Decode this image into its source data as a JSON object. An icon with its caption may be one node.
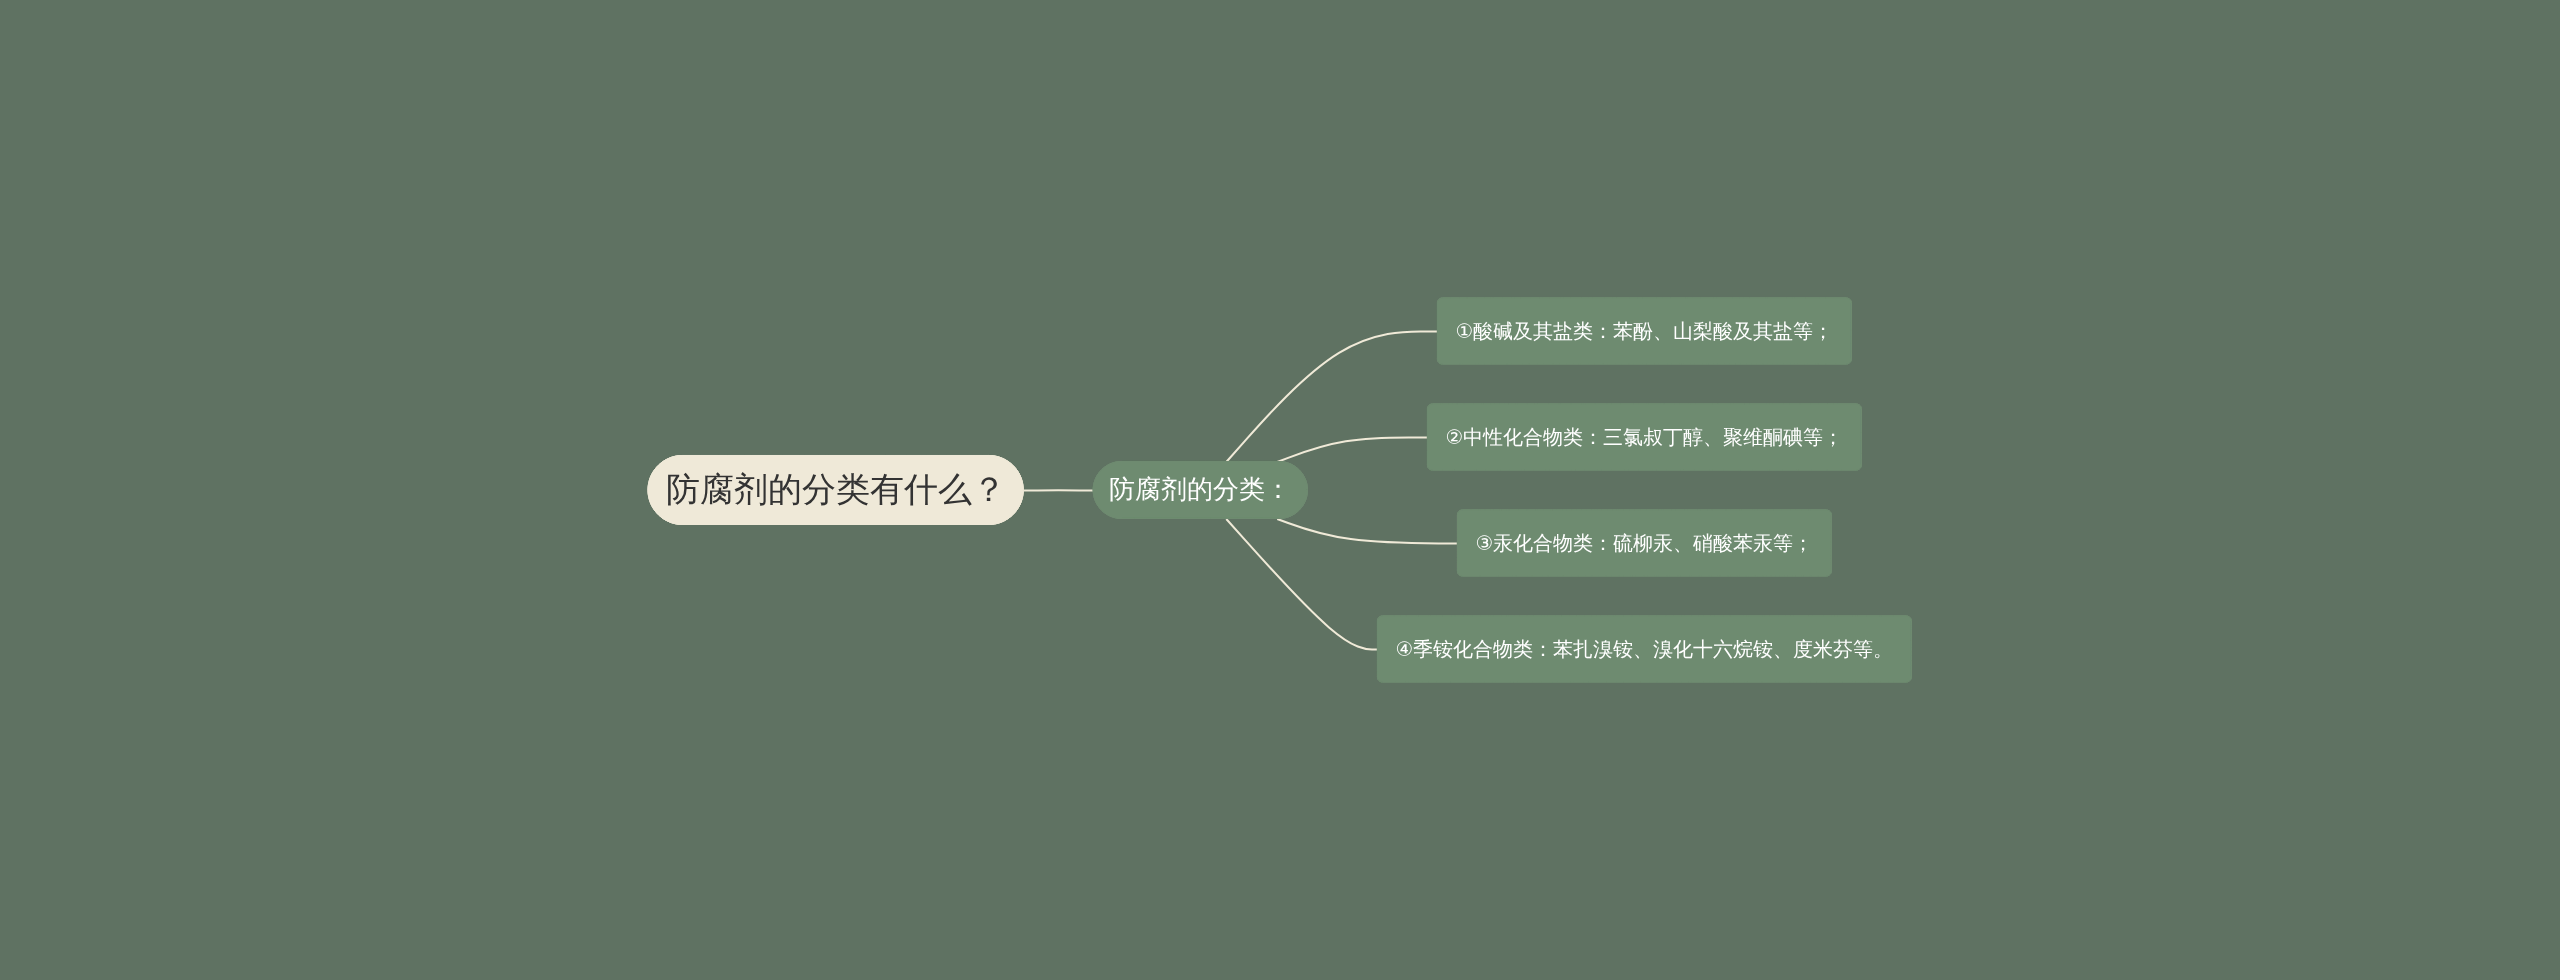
{
  "diagram": {
    "nodes": [
      {
        "text": [
          "防腐剂的分类有什么？"
        ]
      },
      {
        "text": [
          "防腐剂的分类："
        ]
      },
      {
        "text": [
          "①酸碱及其盐类：苯酚、山梨酸及其盐等；"
        ]
      },
      {
        "text": [
          "②中性化合物类：三氯叔丁醇、聚维酮碘等；"
        ]
      },
      {
        "text": [
          "③汞化合物类：硫柳汞、硝酸苯汞等；"
        ]
      },
      {
        "text": [
          "④季铵化合物类：苯扎溴铵、溴化十六烷铵、度米芬等。"
        ]
      }
    ],
    "edges": [
      {
        "from": 0,
        "to": 1,
        "arrow": "none"
      },
      {
        "from": 1,
        "to": 2,
        "arrow": "none"
      },
      {
        "from": 1,
        "to": 3,
        "arrow": "none"
      },
      {
        "from": 1,
        "to": 4,
        "arrow": "none"
      },
      {
        "from": 1,
        "to": 5,
        "arrow": "none"
      }
    ]
  }
}
